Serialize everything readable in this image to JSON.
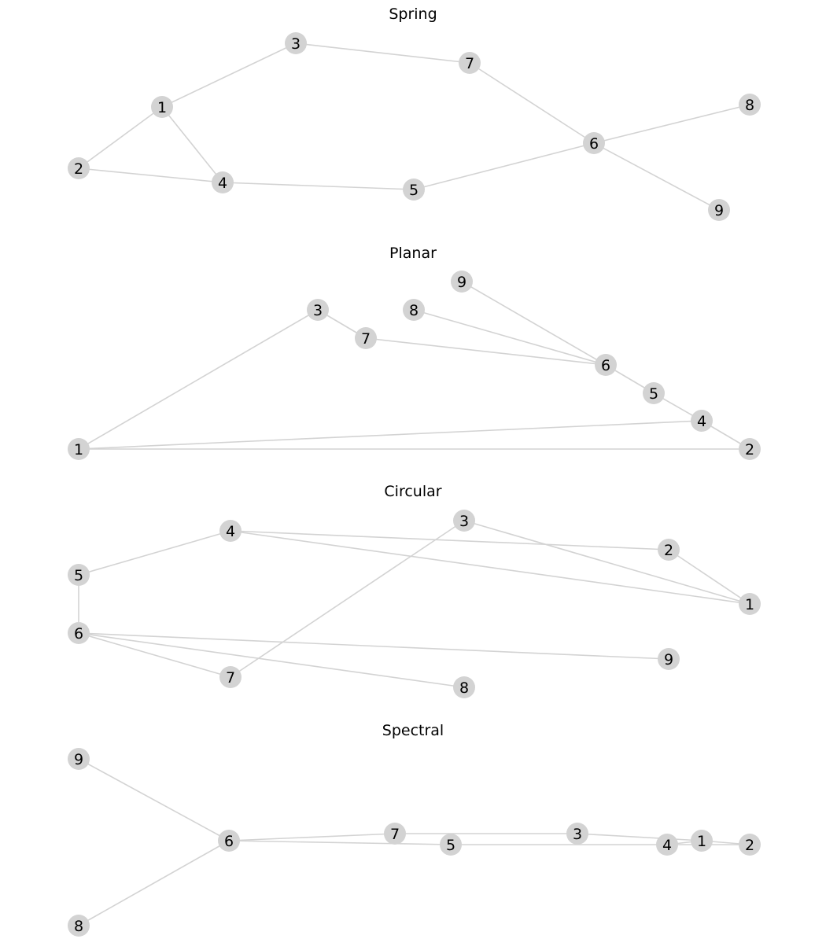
{
  "figure": {
    "node_color": "#d3d3d3",
    "edge_color": "#d3d3d3",
    "label_color": "#000000",
    "background": "#ffffff"
  },
  "panels": [
    {
      "title": "Spring",
      "nodes": [
        "1",
        "2",
        "3",
        "4",
        "5",
        "6",
        "7",
        "8",
        "9"
      ],
      "edges": [
        [
          "1",
          "2"
        ],
        [
          "1",
          "3"
        ],
        [
          "1",
          "4"
        ],
        [
          "2",
          "4"
        ],
        [
          "3",
          "7"
        ],
        [
          "4",
          "5"
        ],
        [
          "5",
          "6"
        ],
        [
          "6",
          "7"
        ],
        [
          "6",
          "8"
        ],
        [
          "6",
          "9"
        ]
      ]
    },
    {
      "title": "Planar",
      "nodes": [
        "1",
        "2",
        "3",
        "4",
        "5",
        "6",
        "7",
        "8",
        "9"
      ],
      "edges": [
        [
          "1",
          "2"
        ],
        [
          "1",
          "3"
        ],
        [
          "1",
          "4"
        ],
        [
          "2",
          "4"
        ],
        [
          "3",
          "7"
        ],
        [
          "4",
          "5"
        ],
        [
          "5",
          "6"
        ],
        [
          "6",
          "7"
        ],
        [
          "6",
          "8"
        ],
        [
          "6",
          "9"
        ]
      ]
    },
    {
      "title": "Circular",
      "nodes": [
        "1",
        "2",
        "3",
        "4",
        "5",
        "6",
        "7",
        "8",
        "9"
      ],
      "edges": [
        [
          "1",
          "2"
        ],
        [
          "1",
          "3"
        ],
        [
          "1",
          "4"
        ],
        [
          "2",
          "4"
        ],
        [
          "3",
          "7"
        ],
        [
          "4",
          "5"
        ],
        [
          "5",
          "6"
        ],
        [
          "6",
          "7"
        ],
        [
          "6",
          "8"
        ],
        [
          "6",
          "9"
        ]
      ]
    },
    {
      "title": "Spectral",
      "nodes": [
        "1",
        "2",
        "3",
        "4",
        "5",
        "6",
        "7",
        "8",
        "9"
      ],
      "edges": [
        [
          "1",
          "2"
        ],
        [
          "1",
          "3"
        ],
        [
          "1",
          "4"
        ],
        [
          "2",
          "4"
        ],
        [
          "3",
          "7"
        ],
        [
          "4",
          "5"
        ],
        [
          "5",
          "6"
        ],
        [
          "6",
          "7"
        ],
        [
          "6",
          "8"
        ],
        [
          "6",
          "9"
        ]
      ]
    }
  ]
}
